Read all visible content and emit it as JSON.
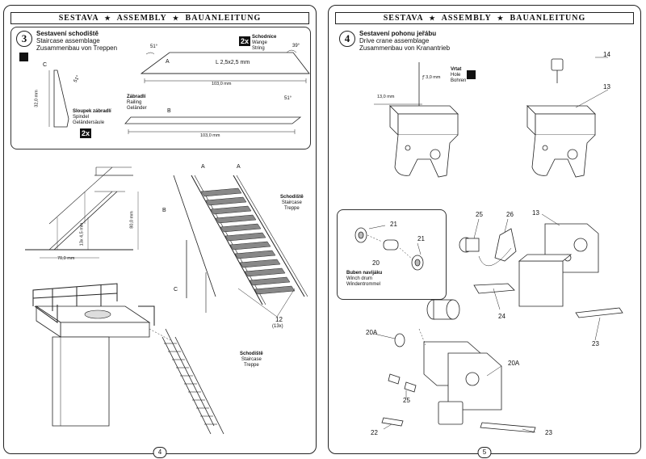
{
  "header": {
    "word1": "SESTAVA",
    "word2": "ASSEMBLY",
    "word3": "BAUANLEITUNG",
    "star": "★"
  },
  "left_page": {
    "page_number": "4",
    "step_number": "3",
    "title": [
      "Sestavení schodiště",
      "Staircase assemblage",
      "Zusammenbau von Treppen"
    ],
    "string_label": [
      "Schodnice",
      "Wange",
      "String"
    ],
    "string_qty": "2x",
    "angle_a_left": "51°",
    "angle_a_right": "39°",
    "angle_c": "51°",
    "angle_b": "51°",
    "part_a": "A",
    "part_b": "B",
    "part_c": "C",
    "l_size": "L 2,5x2,5 mm",
    "dim_103a": "103,0 mm",
    "dim_103b": "103,0 mm",
    "dim_32": "32,0 mm",
    "railing_label": [
      "Zábradlí",
      "Railing",
      "Geländer"
    ],
    "spindle_label": [
      "Sloupek zábradlí",
      "Spindel",
      "Geländersäule"
    ],
    "spindle_qty": "2x",
    "dim_80": "80,0 mm",
    "dim_13x45": "13x 4,5 mm",
    "dim_70": "70,0 mm",
    "stair_label_1": [
      "Schodiště",
      "Staircase",
      "Treppe"
    ],
    "stair_label_2": [
      "Schodiště",
      "Staircase",
      "Treppe"
    ],
    "callout_12": "12",
    "callout_13x": "(13x)",
    "label_a1": "A",
    "label_a2": "A",
    "label_b": "B",
    "label_c": "C"
  },
  "right_page": {
    "page_number": "5",
    "step_number": "4",
    "title": [
      "Sestavení pohonu jeřábu",
      "Drive crane assemblage",
      "Zusammenbau von Kranantrieb"
    ],
    "drill_label": [
      "Vrtat",
      "Hole",
      "Bohren"
    ],
    "drill_dia": "ꝭ 3,0 mm",
    "dim_13": "13,0 mm",
    "callout_14": "14",
    "callout_13a": "13",
    "winch_label": [
      "Buben navijáku",
      "Winch drum",
      "Windentrommel"
    ],
    "callout_21a": "21",
    "callout_21b": "21",
    "callout_20": "20",
    "callout_25a": "25",
    "callout_26": "26",
    "callout_13b": "13",
    "callout_24": "24",
    "callout_23a": "23",
    "callout_20a1": "20A",
    "callout_20a2": "20A",
    "callout_25b": "25",
    "callout_22": "22",
    "callout_23b": "23"
  }
}
